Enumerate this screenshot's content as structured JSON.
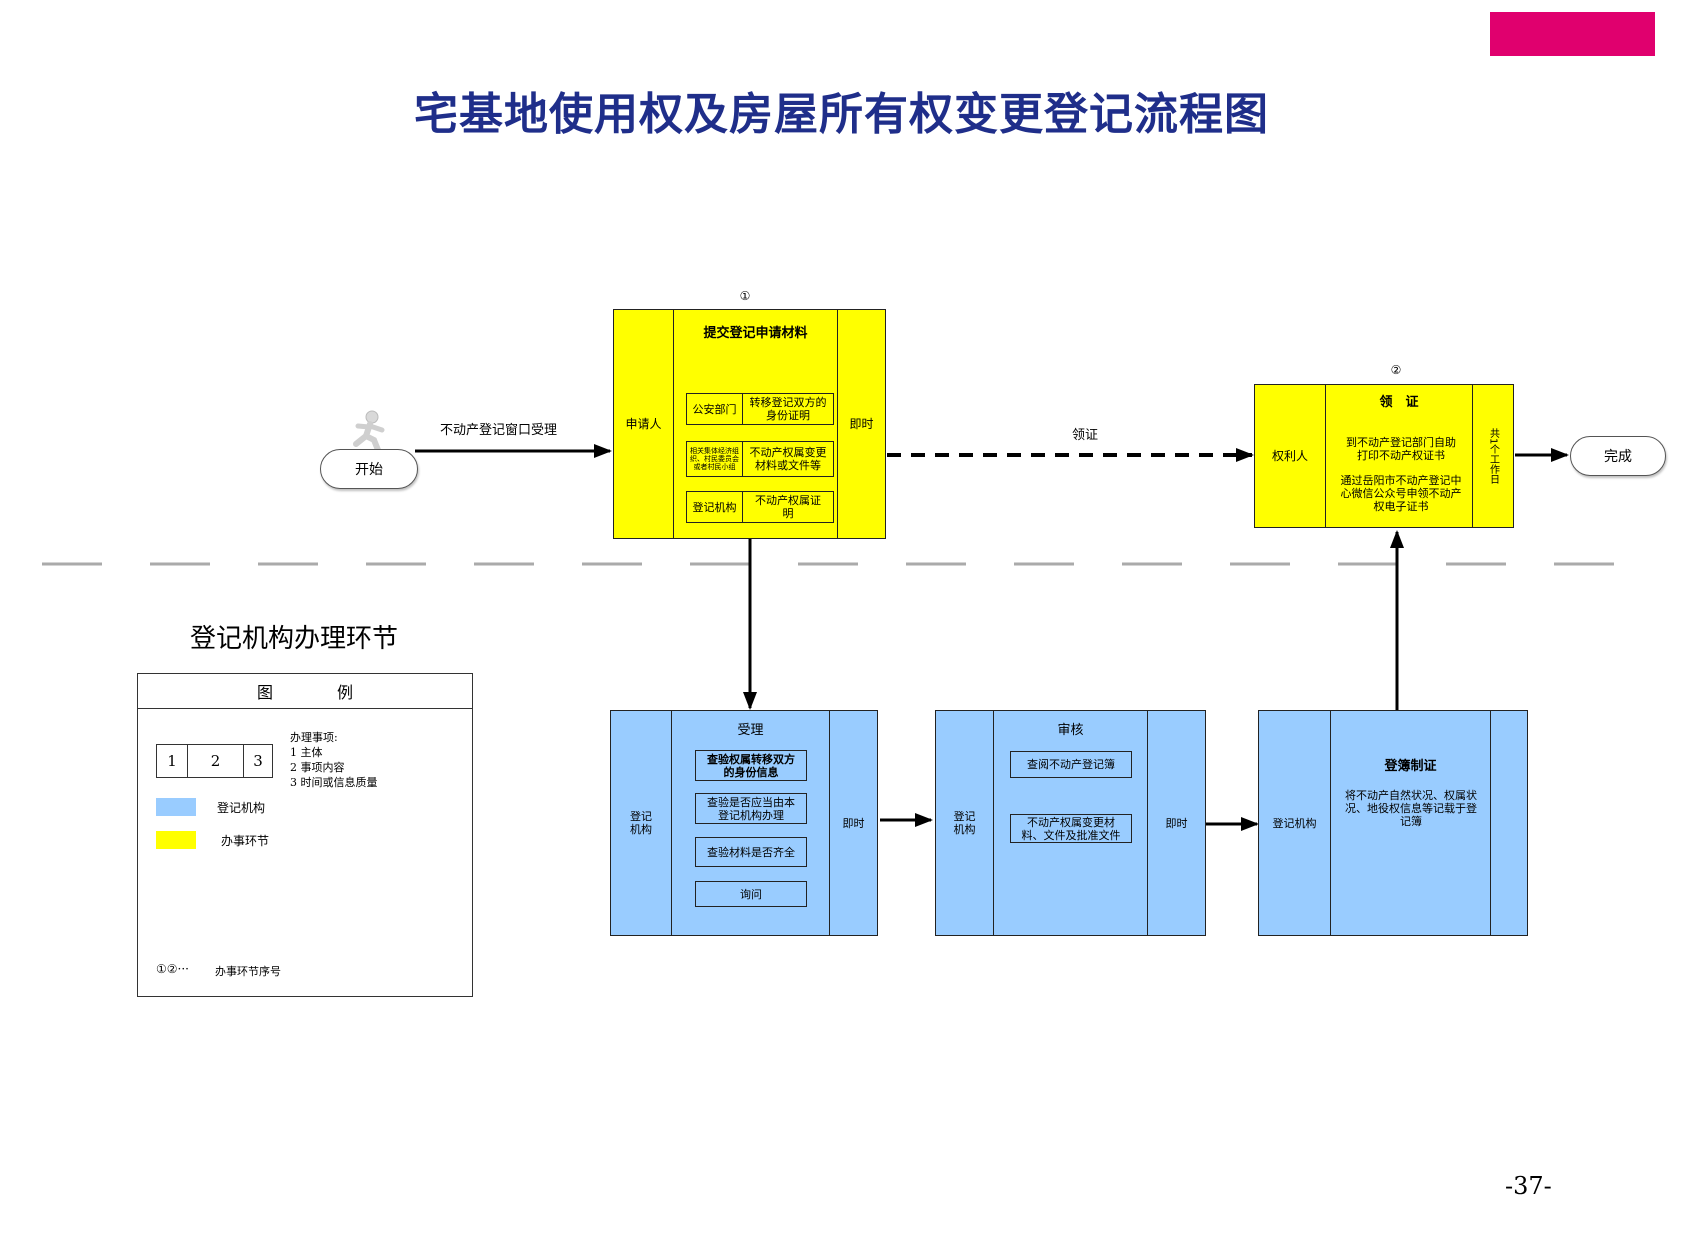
{
  "title": "宅基地使用权及房屋所有权变更登记流程图",
  "page_number": "-37-",
  "colors": {
    "accent_tab": "#e0006e",
    "title": "#1f2e8a",
    "yellow_step": "#ffff00",
    "blue_step": "#99ccff"
  },
  "start": {
    "label": "开始",
    "icon": "running-person-icon",
    "arrow_label": "不动产登记窗口受理"
  },
  "end": {
    "label": "完成"
  },
  "step1": {
    "number": "①",
    "subject": "申请人",
    "title": "提交登记申请材料",
    "time": "即时",
    "rows": [
      {
        "left": "公安部门",
        "right": "转移登记双方的身份证明"
      },
      {
        "left": "相关集体经济组织、村民委员会或者村民小组",
        "right": "不动产权属变更材料或文件等"
      },
      {
        "left": "登记机构",
        "right": "不动产权属证明"
      }
    ]
  },
  "step2": {
    "number": "②",
    "subject": "权利人",
    "title": "领　证",
    "content1": "到不动产登记部门自助打印不动产权证书",
    "content2": "通过岳阳市不动产登记中心微信公众号申领不动产权电子证书",
    "time": "共1个工作日"
  },
  "dashed_arrow_label": "领证",
  "accept": {
    "subject": "登记机构",
    "title": "受理",
    "time": "即时",
    "items": [
      "查验权属转移双方的身份信息",
      "查验是否应当由本登记机构办理",
      "查验材料是否齐全",
      "询问"
    ]
  },
  "review": {
    "subject": "登记机构",
    "title": "审核",
    "time": "即时",
    "items": [
      "查阅不动产登记簿",
      "不动产权属变更材料、文件及批准文件"
    ]
  },
  "register": {
    "subject": "登记机构",
    "title": "登簿制证",
    "content": "将不动产自然状况、权属状况、地役权信息等记载于登记簿"
  },
  "section_label": "登记机构办理环节",
  "legend": {
    "title": "图　　　　例",
    "cells": [
      "1",
      "2",
      "3"
    ],
    "items_heading": "办理事项:",
    "items": [
      "1 主体",
      "2 事项内容",
      "3 时间或信息质量"
    ],
    "blue_label": "登记机构",
    "yellow_label": "办事环节",
    "seq_symbols": "①②···",
    "seq_label": "办事环节序号"
  }
}
